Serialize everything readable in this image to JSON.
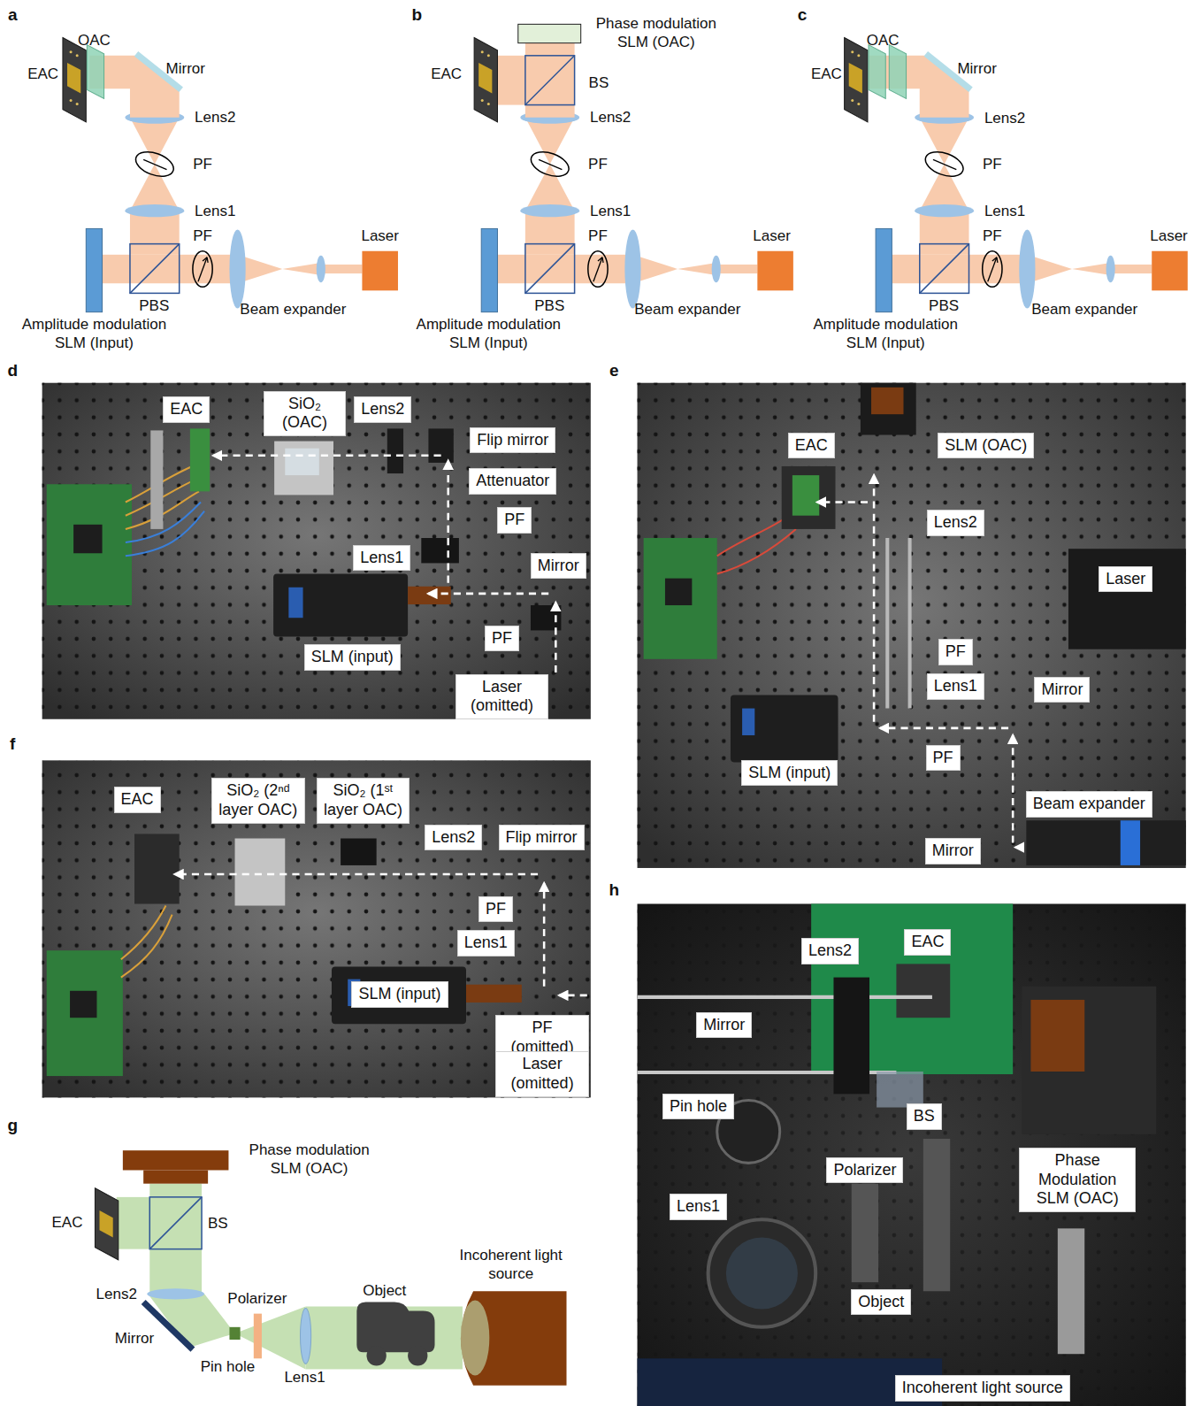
{
  "diagram": {
    "nodes": [
      {
        "text": [
          "EAC"
        ]
      },
      {
        "text": [
          "SiO₂ (OAC)"
        ]
      },
      {
        "text": [
          "Lens2"
        ]
      },
      {
        "text": [
          "Flip mirror"
        ]
      },
      {
        "text": [
          "Attenuator"
        ]
      },
      {
        "text": [
          "PF"
        ]
      },
      {
        "text": [
          "Lens1"
        ]
      },
      {
        "text": [
          "Mirror"
        ]
      },
      {
        "text": [
          "PF"
        ]
      },
      {
        "text": [
          "SLM (input)"
        ]
      },
      {
        "text": [
          "Laser (omitted)"
        ]
      },
      {
        "text": [
          "EAC"
        ]
      },
      {
        "text": [
          "SLM (OAC)"
        ]
      },
      {
        "text": [
          "Lens2"
        ]
      },
      {
        "text": [
          "Laser"
        ]
      },
      {
        "text": [
          "PF"
        ]
      },
      {
        "text": [
          "Lens1"
        ]
      },
      {
        "text": [
          "Mirror"
        ]
      },
      {
        "text": [
          "PF"
        ]
      },
      {
        "text": [
          "SLM (input)"
        ]
      },
      {
        "text": [
          "Beam expander"
        ]
      },
      {
        "text": [
          "Mirror"
        ]
      },
      {
        "text": [
          "EAC"
        ]
      },
      {
        "text": [
          "SiO₂ (2ⁿᵈ layer OAC)"
        ]
      },
      {
        "text": [
          "SiO₂ (1ˢᵗ layer OAC)"
        ]
      },
      {
        "text": [
          "Lens2"
        ]
      },
      {
        "text": [
          "Flip mirror"
        ]
      },
      {
        "text": [
          "PF"
        ]
      },
      {
        "text": [
          "Lens1"
        ]
      },
      {
        "text": [
          "SLM (input)"
        ]
      },
      {
        "text": [
          "PF (omitted)"
        ]
      },
      {
        "text": [
          "Laser (omitted)"
        ]
      },
      {
        "text": [
          "Lens2"
        ]
      },
      {
        "text": [
          "EAC"
        ]
      },
      {
        "text": [
          "Mirror"
        ]
      },
      {
        "text": [
          "Pin hole"
        ]
      },
      {
        "text": [
          "BS"
        ]
      },
      {
        "text": [
          "Polarizer"
        ]
      },
      {
        "text": [
          "Lens1"
        ]
      },
      {
        "text": [
          "Phase Modulation SLM (OAC)"
        ]
      },
      {
        "text": [
          "Object"
        ]
      },
      {
        "text": [
          "Incoherent light source"
        ]
      }
    ],
    "labels": [
      "a",
      "OAC",
      "EAC",
      "Mirror",
      "Lens2",
      "PF",
      "Lens1",
      "PF",
      "Laser",
      "PBS",
      "Beam expander",
      "Amplitude modulation SLM (Input)",
      "b",
      "Phase modulation SLM (OAC)",
      "EAC",
      "BS",
      "Lens2",
      "PF",
      "Lens1",
      "PF",
      "Laser",
      "PBS",
      "Beam expander",
      "Amplitude modulation SLM (Input)",
      "c",
      "OAC",
      "EAC",
      "Mirror",
      "Lens2",
      "PF",
      "Lens1",
      "PF",
      "Laser",
      "PBS",
      "Beam expander",
      "Amplitude modulation SLM (Input)",
      "d",
      "e",
      "f",
      "g",
      "Phase modulation SLM (OAC)",
      "EAC",
      "BS",
      "Lens2",
      "Polarizer",
      "Object",
      "Incoherent light source",
      "Mirror",
      "Pin hole",
      "Lens1",
      "h"
    ]
  }
}
